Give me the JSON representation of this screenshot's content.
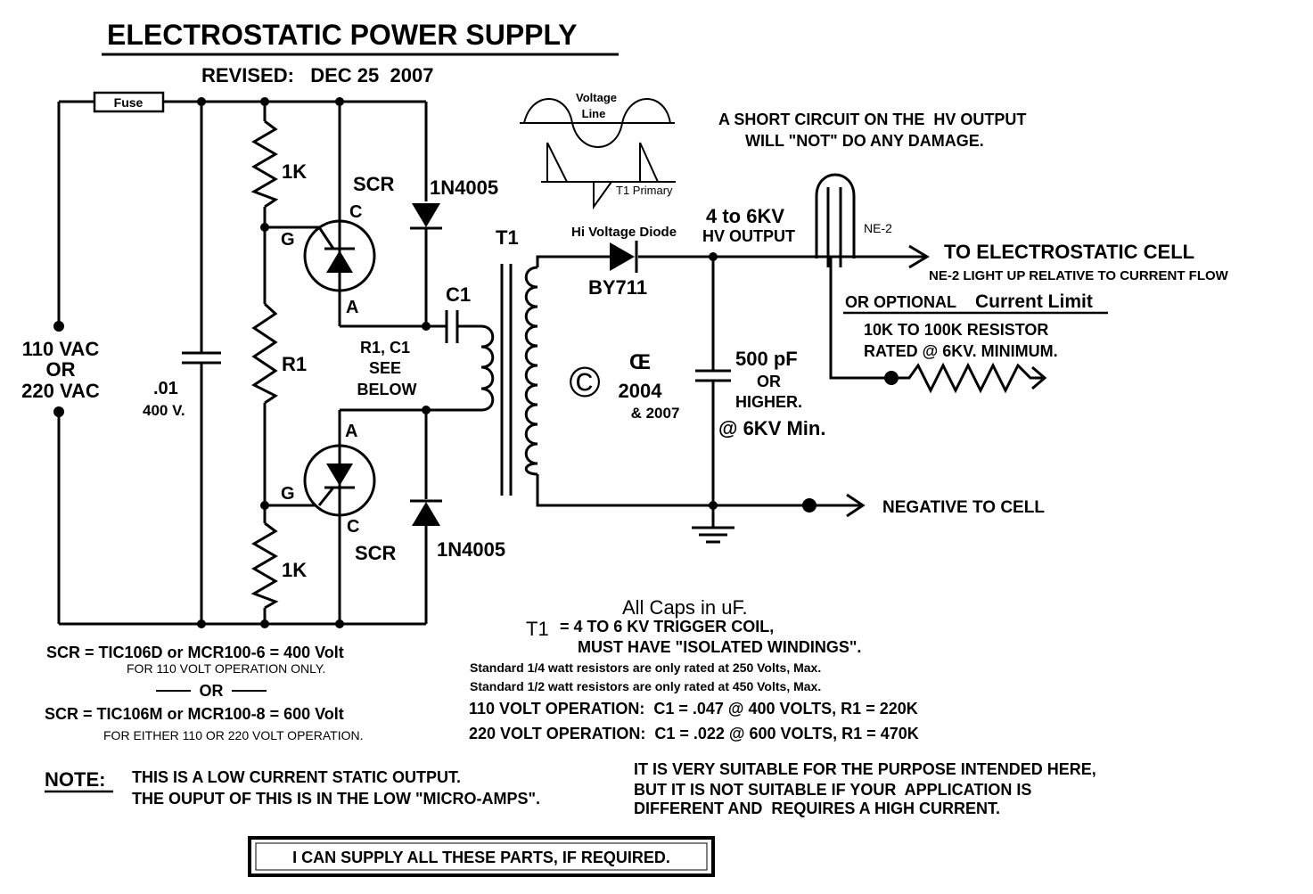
{
  "title": "ELECTROSTATIC POWER SUPPLY",
  "revised": "REVISED:   DEC 25  2007",
  "components": {
    "fuse": "Fuse",
    "r_top": "1K",
    "r_mid": "R1",
    "r_bot": "1K",
    "scr_top": "SCR",
    "scr_bot": "SCR",
    "diode_top": "1N4005",
    "diode_bot": "1N4005",
    "pin_c": "C",
    "pin_g": "G",
    "pin_a": "A",
    "c1": "C1",
    "t1": "T1",
    "hv_diode_label": "Hi Voltage Diode",
    "hv_diode": "BY711",
    "ne2": "NE-2"
  },
  "input": {
    "line1": "110 VAC",
    "line2": "OR",
    "line3": "220 VAC"
  },
  "input_cap": {
    "value": ".01",
    "rating": "400 V."
  },
  "r1c1_note": {
    "line1": "R1, C1",
    "line2": "SEE",
    "line3": "BELOW"
  },
  "waveform": {
    "voltage_label": "Voltage",
    "line_label": "Line",
    "primary_label": "T1 Primary"
  },
  "copyright": {
    "symbol": "©",
    "mark": "Œ",
    "year1": "2004",
    "year2": "& 2007"
  },
  "output": {
    "short_note1": "A SHORT CIRCUIT ON THE  HV OUTPUT",
    "short_note2": "WILL \"NOT\" DO ANY DAMAGE.",
    "kv": "4 to 6KV",
    "hv_output": "HV OUTPUT",
    "to_cell": "TO ELECTROSTATIC CELL",
    "ne2_note": "NE-2 LIGHT UP RELATIVE TO CURRENT FLOW",
    "optional_a": "OR OPTIONAL",
    "optional_b": "Current Limit",
    "resistor1": "10K TO 100K RESISTOR",
    "resistor2": "RATED @ 6KV. MINIMUM.",
    "cap_value": "500 pF",
    "cap_or": "OR",
    "cap_higher": "HIGHER.",
    "cap_rating": "@ 6KV Min.",
    "negative": "NEGATIVE TO CELL"
  },
  "specs": {
    "scr1": "SCR = TIC106D or MCR100-6 = 400 Volt",
    "scr1_note": "FOR 110 VOLT OPERATION ONLY.",
    "or": "OR",
    "scr2": "SCR = TIC106M or MCR100-8 = 600 Volt",
    "scr2_note": "FOR EITHER 110 OR 220 VOLT OPERATION.",
    "caps": "All Caps in uF.",
    "t1_label": "T1",
    "t1_a": "= 4 TO 6 KV TRIGGER COIL,",
    "t1_b": "MUST HAVE \"ISOLATED WINDINGS\".",
    "res_quarter": "Standard 1/4 watt resistors are only rated at 250 Volts, Max.",
    "res_half": "Standard 1/2 watt resistors are only rated at 450 Volts, Max.",
    "op110": "110 VOLT OPERATION:  C1 = .047 @ 400 VOLTS, R1 = 220K",
    "op220": "220 VOLT OPERATION:  C1 = .022 @ 600 VOLTS, R1 = 470K"
  },
  "note": {
    "label": "NOTE:",
    "line1": "THIS IS A LOW CURRENT STATIC OUTPUT.",
    "line2": "THE OUPUT OF THIS IS IN THE LOW \"MICRO-AMPS\"."
  },
  "suitability": {
    "line1": "IT IS VERY SUITABLE FOR THE PURPOSE INTENDED HERE,",
    "line2": "BUT IT IS NOT SUITABLE IF YOUR  APPLICATION IS",
    "line3": "DIFFERENT AND  REQUIRES A HIGH CURRENT."
  },
  "supply": "I CAN SUPPLY ALL THESE PARTS, IF REQUIRED."
}
